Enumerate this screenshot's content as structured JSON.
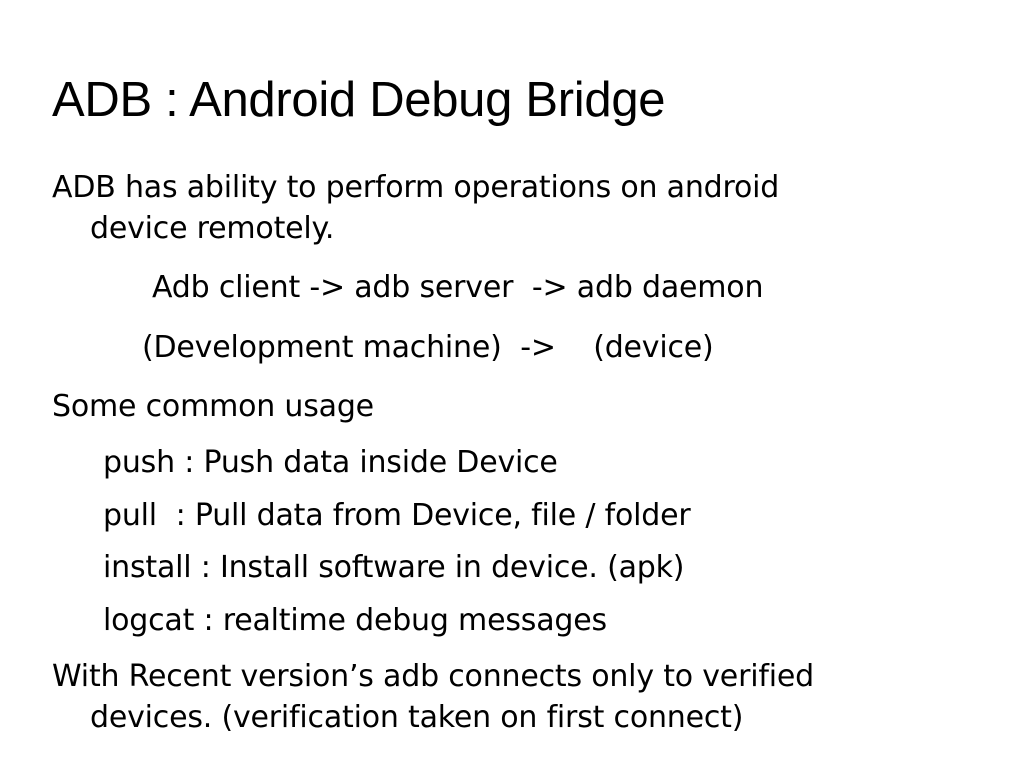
{
  "slide": {
    "title": "ADB : Android Debug Bridge",
    "intro": {
      "line1": "ADB has ability to perform operations on android",
      "line2": "device remotely."
    },
    "flow": {
      "components": "Adb client -> adb server  -> adb daemon",
      "locations": "(Development machine)  ->    (device)"
    },
    "usage_heading": "Some common usage",
    "usage": [
      {
        "text": "push : Push data inside Device"
      },
      {
        "text": "pull  : Pull data from Device, file / folder"
      },
      {
        "text": "install : Install software in device. (apk)"
      },
      {
        "text": "logcat : realtime debug messages"
      }
    ],
    "note": {
      "line1": "With Recent version’s adb connects only to verified",
      "line2": "devices. (verification taken on first connect)"
    }
  },
  "colors": {
    "background": "#ffffff",
    "text": "#000000"
  }
}
